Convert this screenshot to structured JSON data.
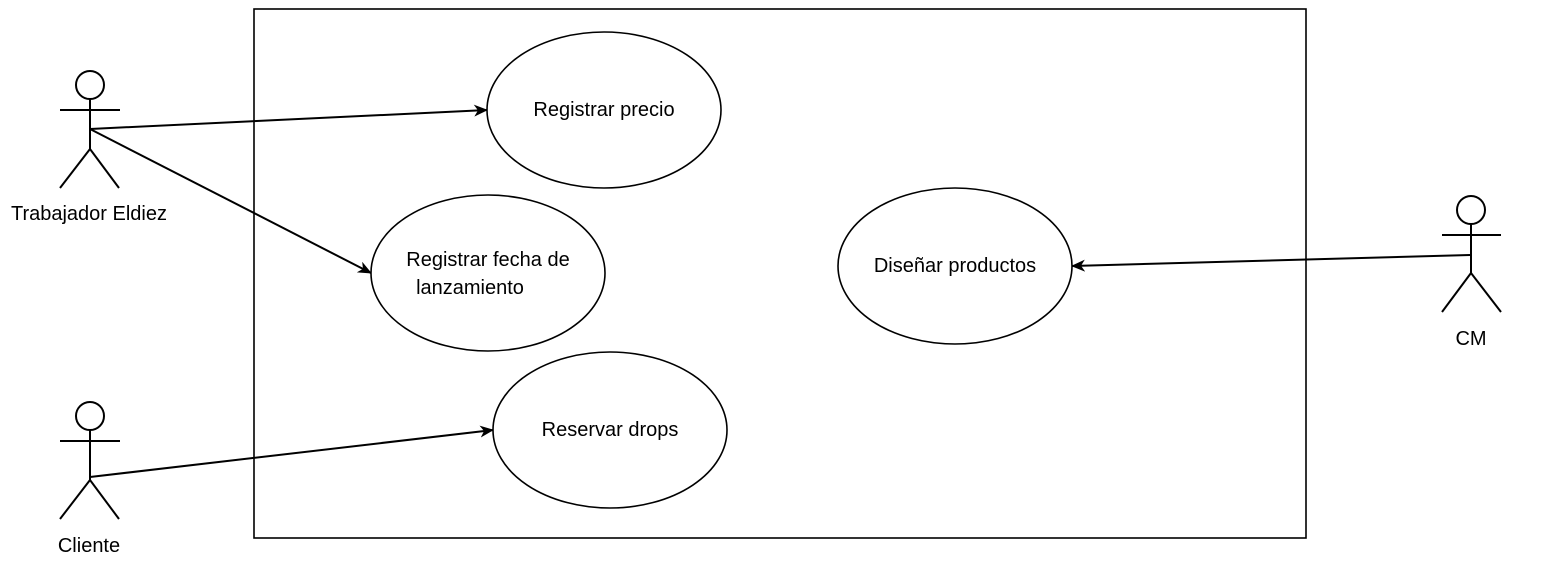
{
  "actors": {
    "trabajador": {
      "name": "Trabajador Eldiez",
      "icon": "stick-figure-icon"
    },
    "cliente": {
      "name": "Cliente",
      "icon": "stick-figure-icon"
    },
    "cm": {
      "name": "CM",
      "icon": "stick-figure-icon"
    }
  },
  "use_cases": {
    "registrar_precio": {
      "lines": [
        "Registrar precio"
      ]
    },
    "registrar_fecha": {
      "lines": [
        "Registrar fecha de",
        "lanzamiento"
      ]
    },
    "reservar_drops": {
      "lines": [
        "Reservar drops"
      ]
    },
    "disenar_productos": {
      "lines": [
        "Diseñar productos"
      ]
    }
  },
  "associations": [
    {
      "from": "Trabajador Eldiez",
      "to": "Registrar precio"
    },
    {
      "from": "Trabajador Eldiez",
      "to": "Registrar fecha de lanzamiento"
    },
    {
      "from": "Cliente",
      "to": "Reservar drops"
    },
    {
      "from": "CM",
      "to": "Diseñar productos"
    }
  ],
  "colors": {
    "line": "#000000",
    "background": "#ffffff"
  }
}
